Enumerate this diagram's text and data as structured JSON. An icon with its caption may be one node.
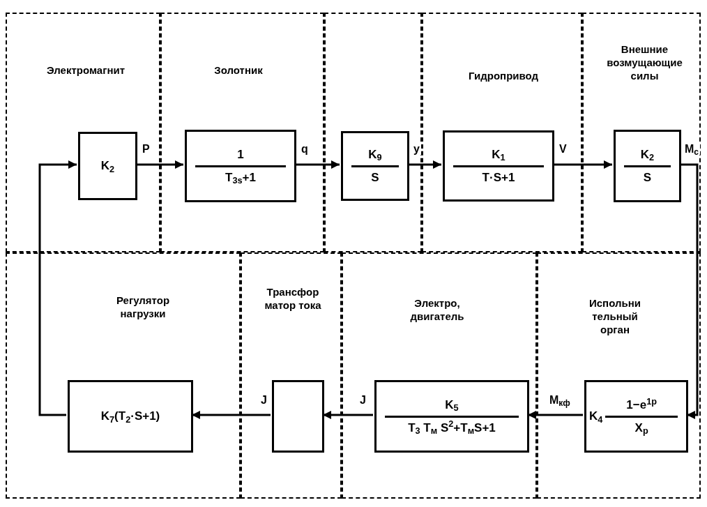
{
  "diagram": {
    "nodes": [
      {
        "text": [
          "Электромагнит"
        ]
      },
      {
        "text": [
          "K$_{2}$"
        ],
        "in": 0
      },
      {
        "text": [
          "Золотник"
        ]
      },
      {
        "text": [
          "1",
          "T$_{3s}$+1"
        ],
        "in": 2
      },
      {
        "text": [],
        "shape": "box"
      },
      {
        "text": [
          "K$_{9}$",
          "S"
        ],
        "in": 4
      },
      {
        "text": [
          "Гидропривод"
        ]
      },
      {
        "text": [
          "K$_{1}$",
          "T·S+1"
        ],
        "in": 6
      },
      {
        "text": [
          "Внешние возмущающие силы"
        ]
      },
      {
        "text": [
          "K$_{2}$",
          "S"
        ],
        "in": 8
      },
      {
        "text": [
          "Регулятор нагрузки"
        ]
      },
      {
        "text": [
          "K$_{7}$(T$_{2}$·S+1)"
        ],
        "in": 10
      },
      {
        "text": [
          "Трансфор матор тока"
        ]
      },
      {
        "text": [],
        "shape": "box",
        "in": 12
      },
      {
        "text": [
          "Электро, двигатель"
        ]
      },
      {
        "text": [
          "K$_{5}$",
          "T$_{3}$ T$_{м}$ S$^{2}$+T$_{м}$S+1"
        ],
        "in": 14
      },
      {
        "text": [
          "Испольни тельный орган"
        ]
      },
      {
        "text": [
          "K$_{4}$",
          "1−e$^{1p}$",
          "X$_{p}$"
        ],
        "in": 16
      }
    ],
    "edges": [
      {
        "from": 1,
        "to": 3,
        "arrow": "to",
        "label": "P"
      },
      {
        "from": 3,
        "to": 5,
        "arrow": "to",
        "label": "q"
      },
      {
        "from": 5,
        "to": 7,
        "arrow": "to",
        "label": "y"
      },
      {
        "from": 7,
        "to": 9,
        "arrow": "to",
        "label": "V"
      },
      {
        "from": 9,
        "to": 17,
        "arrow": "to",
        "label": "M$_{c}$"
      },
      {
        "from": 17,
        "to": 15,
        "arrow": "to",
        "label": "M$_{кф}$"
      },
      {
        "from": 15,
        "to": 13,
        "arrow": "to",
        "label": "J"
      },
      {
        "from": 13,
        "to": 11,
        "arrow": "to",
        "label": "J"
      },
      {
        "from": 11,
        "to": 1,
        "arrow": "to"
      }
    ]
  }
}
